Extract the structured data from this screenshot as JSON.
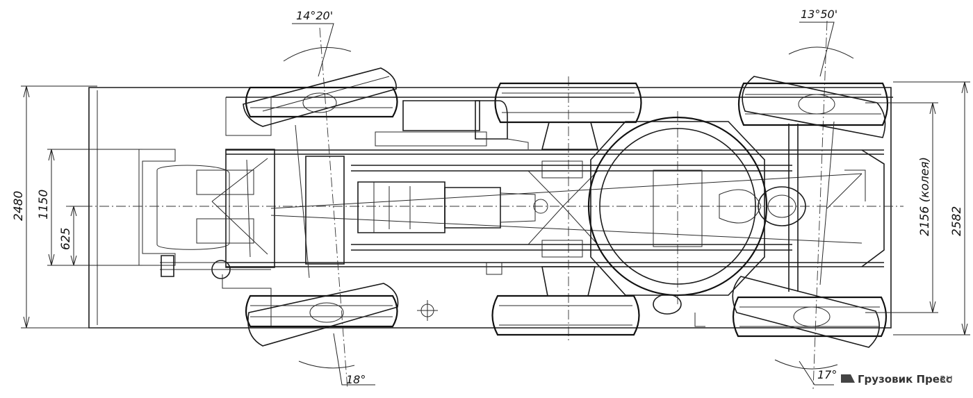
{
  "dimensions": {
    "overall_width": "2480",
    "frame_width": "1150",
    "inner_width": "625",
    "track": "2156 (колея)",
    "overall_right": "2582"
  },
  "angles": {
    "front_left_top": "14°20'",
    "rear_right_top": "13°50'",
    "front_left_bottom": "18°",
    "rear_right_bottom": "17°"
  },
  "watermark": {
    "site": "Грузовик Пресс",
    "domain": ". RU"
  }
}
